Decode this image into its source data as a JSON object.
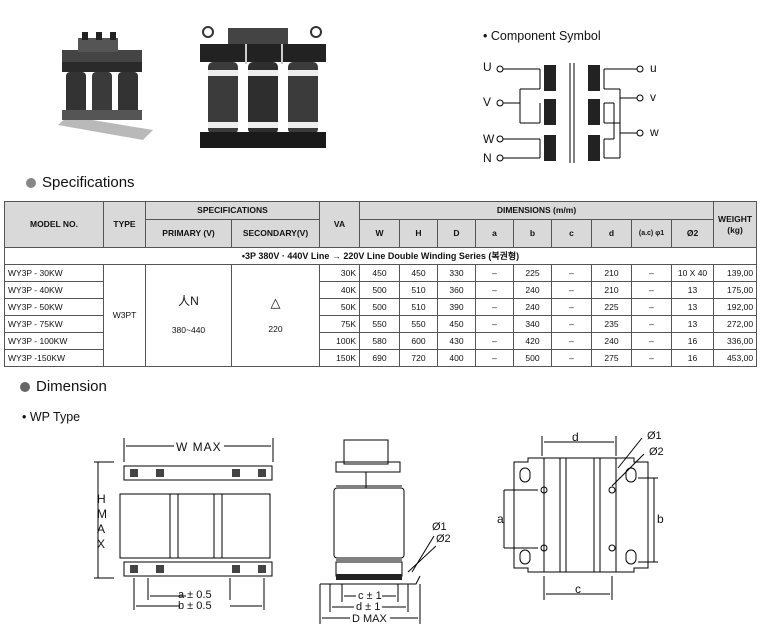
{
  "component_symbol": {
    "title": "• Component Symbol",
    "left_labels": [
      "U",
      "V",
      "W",
      "N"
    ],
    "right_labels": [
      "u",
      "v",
      "w"
    ]
  },
  "specifications": {
    "title": "Specifications",
    "headers": {
      "model": "MODEL NO.",
      "type": "TYPE",
      "specifications": "SPECIFICATIONS",
      "primary": "PRIMARY (V)",
      "secondary": "SECONDARY(V)",
      "va": "VA",
      "dimensions": "DIMENSIONS (m/m)",
      "weight": "WEIGHT",
      "weight_unit": "(kg)",
      "dim_cols": [
        "W",
        "H",
        "D",
        "a",
        "b",
        "c",
        "d",
        "(a.c) φ1",
        "Ø2"
      ]
    },
    "series_label": "•3P 380V · 440V Line → 220V Line Double Winding Series (복권형)",
    "type_value": "W3PT",
    "primary_symbol": "人N",
    "primary_voltage": "380~440",
    "secondary_symbol": "△",
    "secondary_voltage": "220",
    "rows": [
      {
        "model": "WY3P  - 30KW",
        "va": "30K",
        "W": "450",
        "H": "450",
        "D": "330",
        "a": "–",
        "b": "225",
        "c": "–",
        "d": "210",
        "phi1": "–",
        "phi2": "10 X 40",
        "weight": "139,00"
      },
      {
        "model": "WY3P  - 40KW",
        "va": "40K",
        "W": "500",
        "H": "510",
        "D": "360",
        "a": "–",
        "b": "240",
        "c": "–",
        "d": "210",
        "phi1": "–",
        "phi2": "13",
        "weight": "175,00"
      },
      {
        "model": "WY3P - 50KW",
        "va": "50K",
        "W": "500",
        "H": "510",
        "D": "390",
        "a": "–",
        "b": "240",
        "c": "–",
        "d": "225",
        "phi1": "–",
        "phi2": "13",
        "weight": "192,00"
      },
      {
        "model": "WY3P - 75KW",
        "va": "75K",
        "W": "550",
        "H": "550",
        "D": "450",
        "a": "–",
        "b": "340",
        "c": "–",
        "d": "235",
        "phi1": "–",
        "phi2": "13",
        "weight": "272,00"
      },
      {
        "model": "WY3P  - 100KW",
        "va": "100K",
        "W": "580",
        "H": "600",
        "D": "430",
        "a": "–",
        "b": "420",
        "c": "–",
        "d": "240",
        "phi1": "–",
        "phi2": "16",
        "weight": "336,00"
      },
      {
        "model": "WY3P  -150KW",
        "va": "150K",
        "W": "690",
        "H": "720",
        "D": "400",
        "a": "–",
        "b": "500",
        "c": "–",
        "d": "275",
        "phi1": "–",
        "phi2": "16",
        "weight": "453,00"
      }
    ]
  },
  "dimension": {
    "title": "Dimension",
    "subtitle": "• WP Type",
    "front": {
      "w_max": "W MAX",
      "h_max": "H\nM\nA\nX",
      "a": "a ± 0.5",
      "b": "b ± 0.5"
    },
    "side": {
      "phi1": "Ø1",
      "phi2": "Ø2",
      "c": "c ± 1",
      "d": "d ± 1",
      "d_max": "D MAX"
    },
    "top": {
      "d": "d",
      "phi1": "Ø1",
      "phi2": "Ø2",
      "a": "a",
      "b": "b",
      "c": "c"
    }
  }
}
